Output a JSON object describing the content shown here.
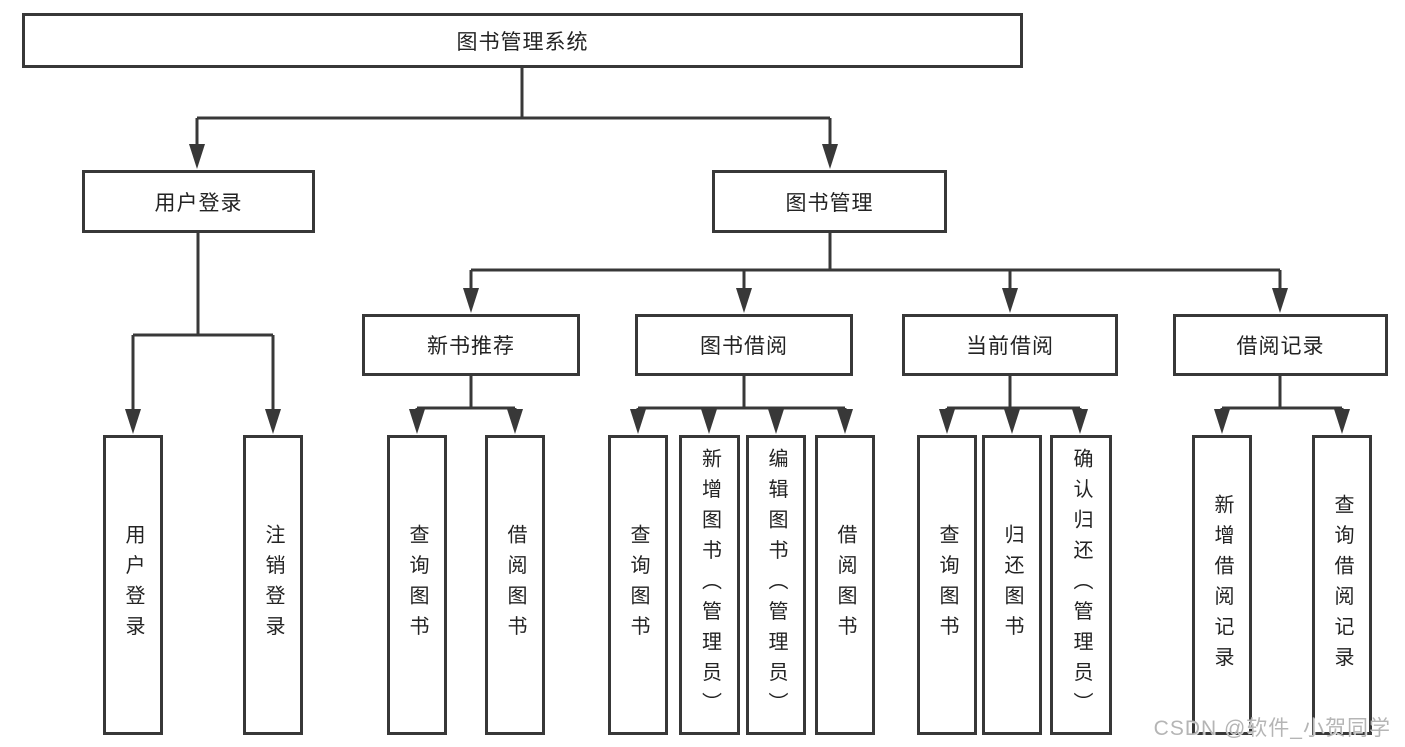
{
  "diagram": {
    "root": {
      "label": "图书管理系统"
    },
    "children": [
      {
        "label": "用户登录",
        "children": [
          {
            "label": "用户登录"
          },
          {
            "label": "注销登录"
          }
        ]
      },
      {
        "label": "图书管理",
        "children": [
          {
            "label": "新书推荐",
            "children": [
              {
                "label": "查询图书"
              },
              {
                "label": "借阅图书"
              }
            ]
          },
          {
            "label": "图书借阅",
            "children": [
              {
                "label": "查询图书"
              },
              {
                "label": "新增图书（管理员）"
              },
              {
                "label": "编辑图书（管理员）"
              },
              {
                "label": "借阅图书"
              }
            ]
          },
          {
            "label": "当前借阅",
            "children": [
              {
                "label": "查询图书"
              },
              {
                "label": "归还图书"
              },
              {
                "label": "确认归还（管理员）"
              }
            ]
          },
          {
            "label": "借阅记录",
            "children": [
              {
                "label": "新增借阅记录"
              },
              {
                "label": "查询借阅记录"
              }
            ]
          }
        ]
      }
    ]
  },
  "watermark": {
    "text": "CSDN @软件_小贺同学"
  },
  "colors": {
    "line": "#383838",
    "text": "#232323",
    "watermark": "#b5b5b5",
    "bg": "#ffffff"
  }
}
